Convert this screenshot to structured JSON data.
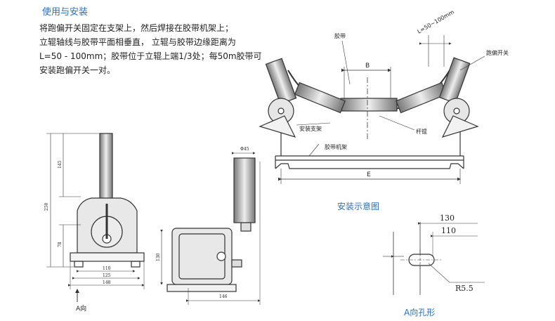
{
  "section_title": "使用与安装",
  "description_lines": [
    "将跑偏开关固定在支架上，然后焊接在胶带机架上；",
    "立辊轴线与胶带平面相垂直，  立辊与胶带边缘距离为",
    "L=50 - 100mm；胶带位于立辊上端1/3处；每50m胶带可",
    "安装跑偏开关一对。"
  ],
  "install_diagram": {
    "caption": "安装示意图",
    "labels": {
      "belt": "胶带",
      "distance": "L=50~100mm",
      "switch": "跑偏开关",
      "bracket": "安装支架",
      "conveyor_frame": "胶带机架",
      "beam": "杆锟",
      "dim_b": "B",
      "dim_e": "E"
    }
  },
  "front_view": {
    "dim_height_total": "250",
    "dim_height_upper": "145",
    "dim_height_lower": "78",
    "dim_width_inner": "110",
    "dim_width_mid": "125",
    "dim_width_total": "148",
    "direction_label": "A向"
  },
  "side_view": {
    "dim_diameter": "Φ45",
    "dim_height": "130",
    "dim_width": "146"
  },
  "hole_view": {
    "caption": "A向孔形",
    "dim_outer": "130",
    "dim_inner": "110",
    "dim_radius": "R5.5"
  }
}
